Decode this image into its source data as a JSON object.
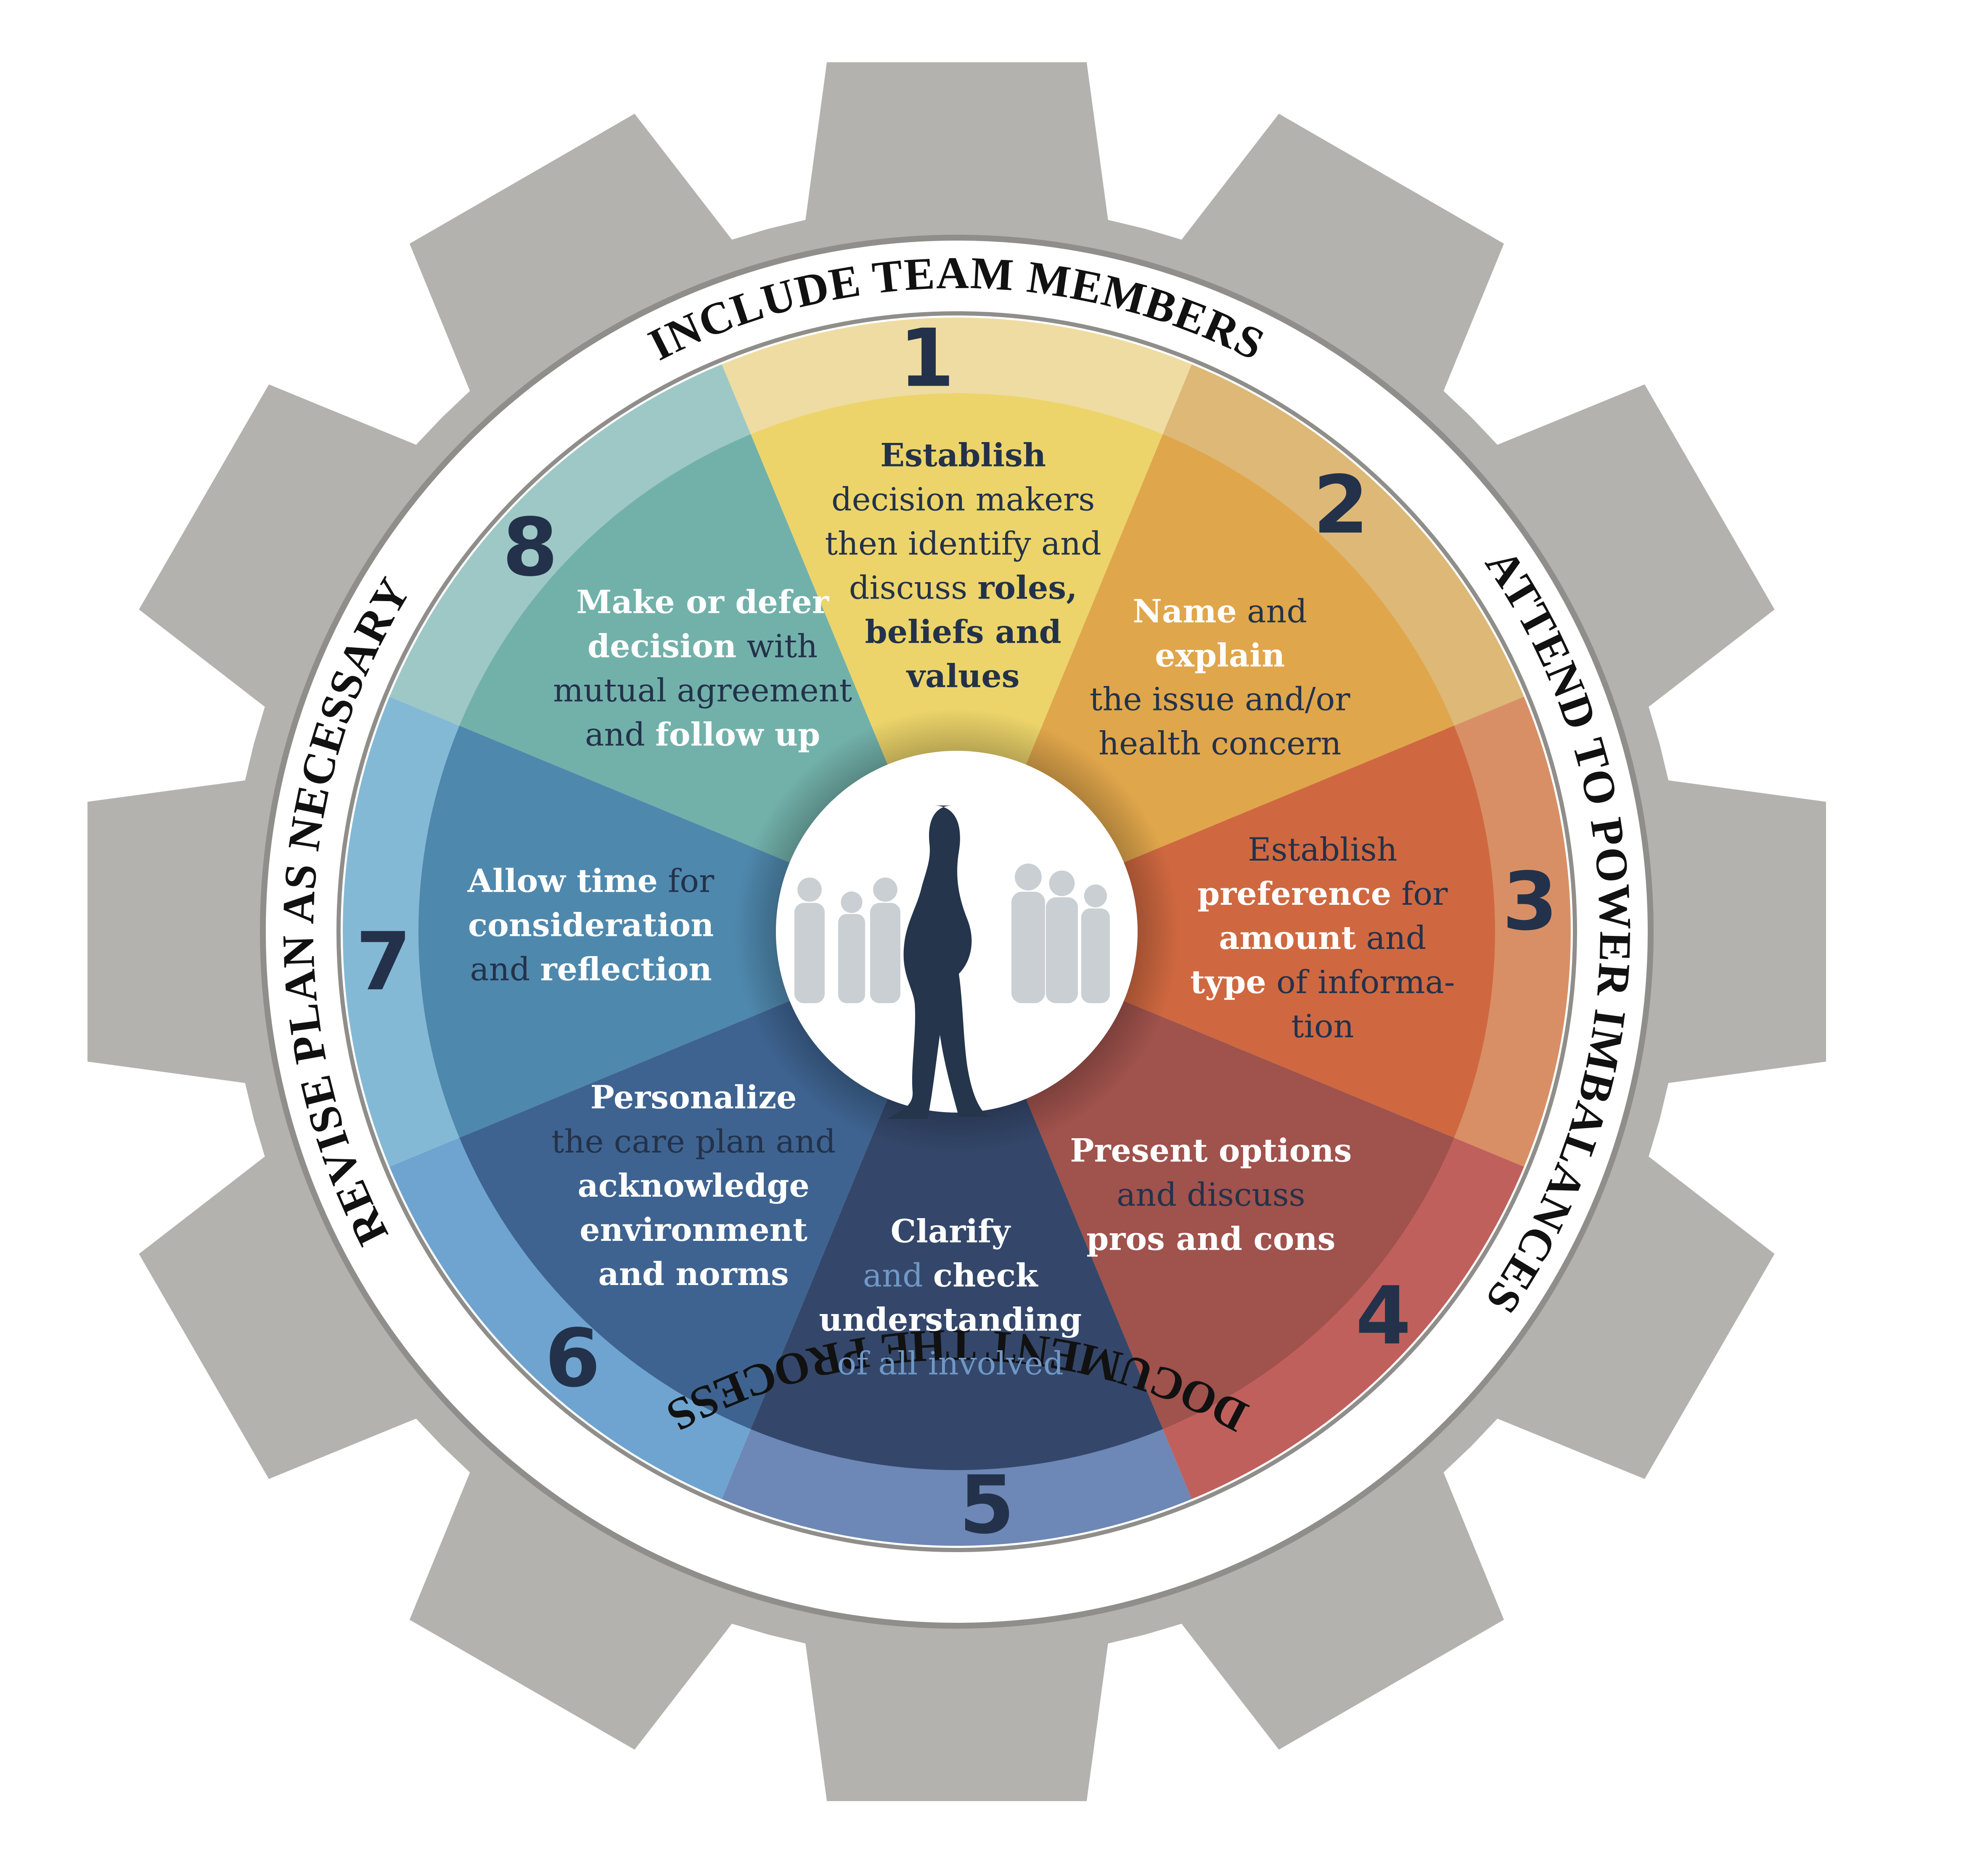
{
  "ring_labels": {
    "top": "INCLUDE TEAM MEMBERS",
    "right": "ATTEND TO POWER IMBALANCES",
    "bottom": "DOCUMENT THE PROCESS",
    "left": "REVISE PLAN AS NECESSARY"
  },
  "steps": [
    {
      "number": "1",
      "color": "#ecd46a",
      "lines": [
        [
          {
            "t": "Establish",
            "b": true,
            "c": "#23324a"
          }
        ],
        [
          {
            "t": "decision makers",
            "b": false,
            "c": "#23324a"
          }
        ],
        [
          {
            "t": "then identify and",
            "b": false,
            "c": "#23324a"
          }
        ],
        [
          {
            "t": "discuss ",
            "b": false,
            "c": "#23324a"
          },
          {
            "t": "roles,",
            "b": true,
            "c": "#23324a"
          }
        ],
        [
          {
            "t": "beliefs and",
            "b": true,
            "c": "#23324a"
          }
        ],
        [
          {
            "t": "values",
            "b": true,
            "c": "#23324a"
          }
        ]
      ]
    },
    {
      "number": "2",
      "color": "#e0a64b",
      "lines": [
        [
          {
            "t": "Name",
            "b": true,
            "c": "#ffffff"
          },
          {
            "t": " and",
            "b": false,
            "c": "#23324a"
          }
        ],
        [
          {
            "t": "explain",
            "b": true,
            "c": "#ffffff"
          }
        ],
        [
          {
            "t": "the issue and/or",
            "b": false,
            "c": "#23324a"
          }
        ],
        [
          {
            "t": "health concern",
            "b": false,
            "c": "#23324a"
          }
        ]
      ]
    },
    {
      "number": "3",
      "color": "#cf6840",
      "lines": [
        [
          {
            "t": "Establish",
            "b": false,
            "c": "#23324a"
          }
        ],
        [
          {
            "t": "preference",
            "b": true,
            "c": "#ffffff"
          },
          {
            "t": " for",
            "b": false,
            "c": "#23324a"
          }
        ],
        [
          {
            "t": "amount",
            "b": true,
            "c": "#ffffff"
          },
          {
            "t": " and",
            "b": false,
            "c": "#23324a"
          }
        ],
        [
          {
            "t": "type",
            "b": true,
            "c": "#ffffff"
          },
          {
            "t": " of informa-",
            "b": false,
            "c": "#23324a"
          }
        ],
        [
          {
            "t": "tion",
            "b": false,
            "c": "#23324a"
          }
        ]
      ]
    },
    {
      "number": "4",
      "color": "#a0524c",
      "lines": [
        [
          {
            "t": "Present options",
            "b": true,
            "c": "#ffffff"
          }
        ],
        [
          {
            "t": "and discuss",
            "b": false,
            "c": "#23324a"
          }
        ],
        [
          {
            "t": "pros and cons",
            "b": true,
            "c": "#ffffff"
          }
        ]
      ]
    },
    {
      "number": "5",
      "color": "#34476a",
      "lines": [
        [
          {
            "t": "Clarify",
            "b": true,
            "c": "#ffffff"
          }
        ],
        [
          {
            "t": "and ",
            "b": false,
            "c": "#6f98c6"
          },
          {
            "t": "check",
            "b": true,
            "c": "#ffffff"
          }
        ],
        [
          {
            "t": "understanding",
            "b": true,
            "c": "#ffffff"
          }
        ],
        [
          {
            "t": "of all involved",
            "b": false,
            "c": "#6f98c6"
          }
        ]
      ]
    },
    {
      "number": "6",
      "color": "#3e6390",
      "lines": [
        [
          {
            "t": "Personalize",
            "b": true,
            "c": "#ffffff"
          }
        ],
        [
          {
            "t": "the care plan and",
            "b": false,
            "c": "#23324a"
          }
        ],
        [
          {
            "t": "acknowledge",
            "b": true,
            "c": "#ffffff"
          }
        ],
        [
          {
            "t": "environment",
            "b": true,
            "c": "#ffffff"
          }
        ],
        [
          {
            "t": "and norms",
            "b": true,
            "c": "#ffffff"
          }
        ]
      ]
    },
    {
      "number": "7",
      "color": "#4f88ad",
      "lines": [
        [
          {
            "t": "Allow time",
            "b": true,
            "c": "#ffffff"
          },
          {
            "t": " for",
            "b": false,
            "c": "#23324a"
          }
        ],
        [
          {
            "t": "consideration",
            "b": true,
            "c": "#ffffff"
          }
        ],
        [
          {
            "t": "and ",
            "b": false,
            "c": "#23324a"
          },
          {
            "t": "reflection",
            "b": true,
            "c": "#ffffff"
          }
        ]
      ]
    },
    {
      "number": "8",
      "color": "#72b1aa",
      "lines": [
        [
          {
            "t": "Make or defer",
            "b": true,
            "c": "#ffffff"
          }
        ],
        [
          {
            "t": "decision",
            "b": true,
            "c": "#ffffff"
          },
          {
            "t": " with",
            "b": false,
            "c": "#23324a"
          }
        ],
        [
          {
            "t": "mutual agreement",
            "b": false,
            "c": "#23324a"
          }
        ],
        [
          {
            "t": "and ",
            "b": false,
            "c": "#23324a"
          },
          {
            "t": "follow up",
            "b": true,
            "c": "#ffffff"
          }
        ]
      ]
    }
  ],
  "outer_colors": [
    "#efdca2",
    "#ddb877",
    "#d98f66",
    "#c0605c",
    "#6d88b6",
    "#6fa4d0",
    "#84b9d6",
    "#9dc8c6"
  ],
  "colors": {
    "gear": "#b3b2ae",
    "ring_stroke": "#8f8e8a",
    "center_fill": "#ffffff",
    "silhouette": "#24354c",
    "background_people": "#c9cfd3"
  },
  "icons": {
    "center": "pregnant-woman-silhouette-icon",
    "background": "family-group-silhouette-icon"
  }
}
